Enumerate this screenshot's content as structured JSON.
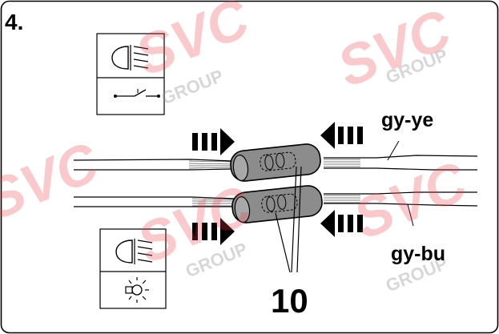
{
  "step_label": "4.",
  "wire_labels": {
    "top": "gy-ye",
    "bottom": "gy-bu"
  },
  "part_number": "10",
  "watermark": {
    "brand": "SVC",
    "group": "GROUP"
  },
  "icons": {
    "top_panel": [
      "headlamp-low-beam-icon",
      "switch-symbol-icon"
    ],
    "bottom_panel": [
      "headlamp-low-beam-icon",
      "lamp-bulb-icon"
    ]
  },
  "colors": {
    "line": "#000000",
    "connector_fill": "#8c8c8c",
    "watermark": "#eb3c46",
    "frame": "#000000"
  }
}
